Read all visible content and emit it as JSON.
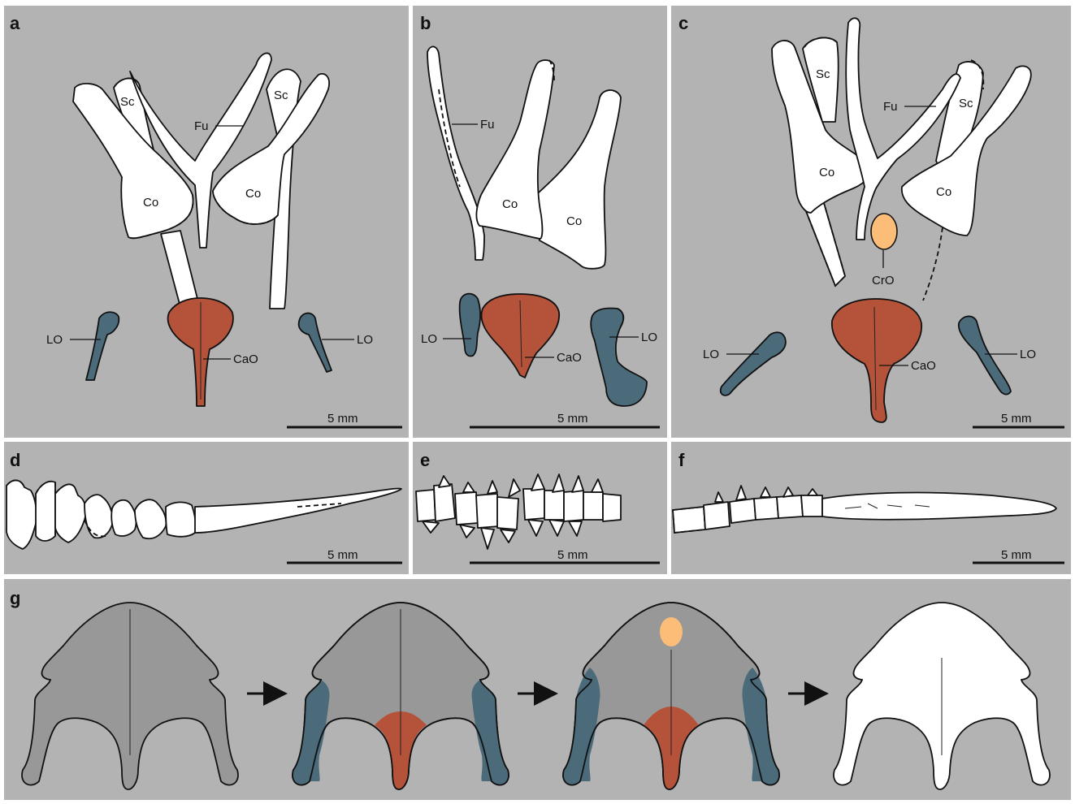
{
  "panels": {
    "a": {
      "letter": "a",
      "Sc_left": "Sc",
      "Sc_right": "Sc",
      "Fu": "Fu",
      "Co_left": "Co",
      "Co_right": "Co",
      "LO_left": "LO",
      "LO_right": "LO",
      "CaO": "CaO",
      "scale": "5 mm"
    },
    "b": {
      "letter": "b",
      "Fu": "Fu",
      "Co_left": "Co",
      "Co_right": "Co",
      "LO_left": "LO",
      "LO_right": "LO",
      "CaO": "CaO",
      "scale": "5 mm"
    },
    "c": {
      "letter": "c",
      "Sc_left": "Sc",
      "Sc_right": "Sc",
      "Fu": "Fu",
      "Co_left": "Co",
      "Co_right": "Co",
      "CrO": "CrO",
      "LO_left": "LO",
      "LO_right": "LO",
      "CaO": "CaO",
      "scale": "5 mm"
    },
    "d": {
      "letter": "d",
      "scale": "5 mm"
    },
    "e": {
      "letter": "e",
      "scale": "5 mm"
    },
    "f": {
      "letter": "f",
      "scale": "5 mm"
    },
    "g": {
      "letter": "g"
    }
  },
  "colors": {
    "background": "#b3b3b3",
    "panel_border": "#ffffff",
    "bone": "#ffffff",
    "lateral_ossification": "#4b6b7b",
    "caudal_ossification": "#b5533a",
    "cranial_ossification": "#fbbd78",
    "cartilage_sternum": "#989898"
  }
}
